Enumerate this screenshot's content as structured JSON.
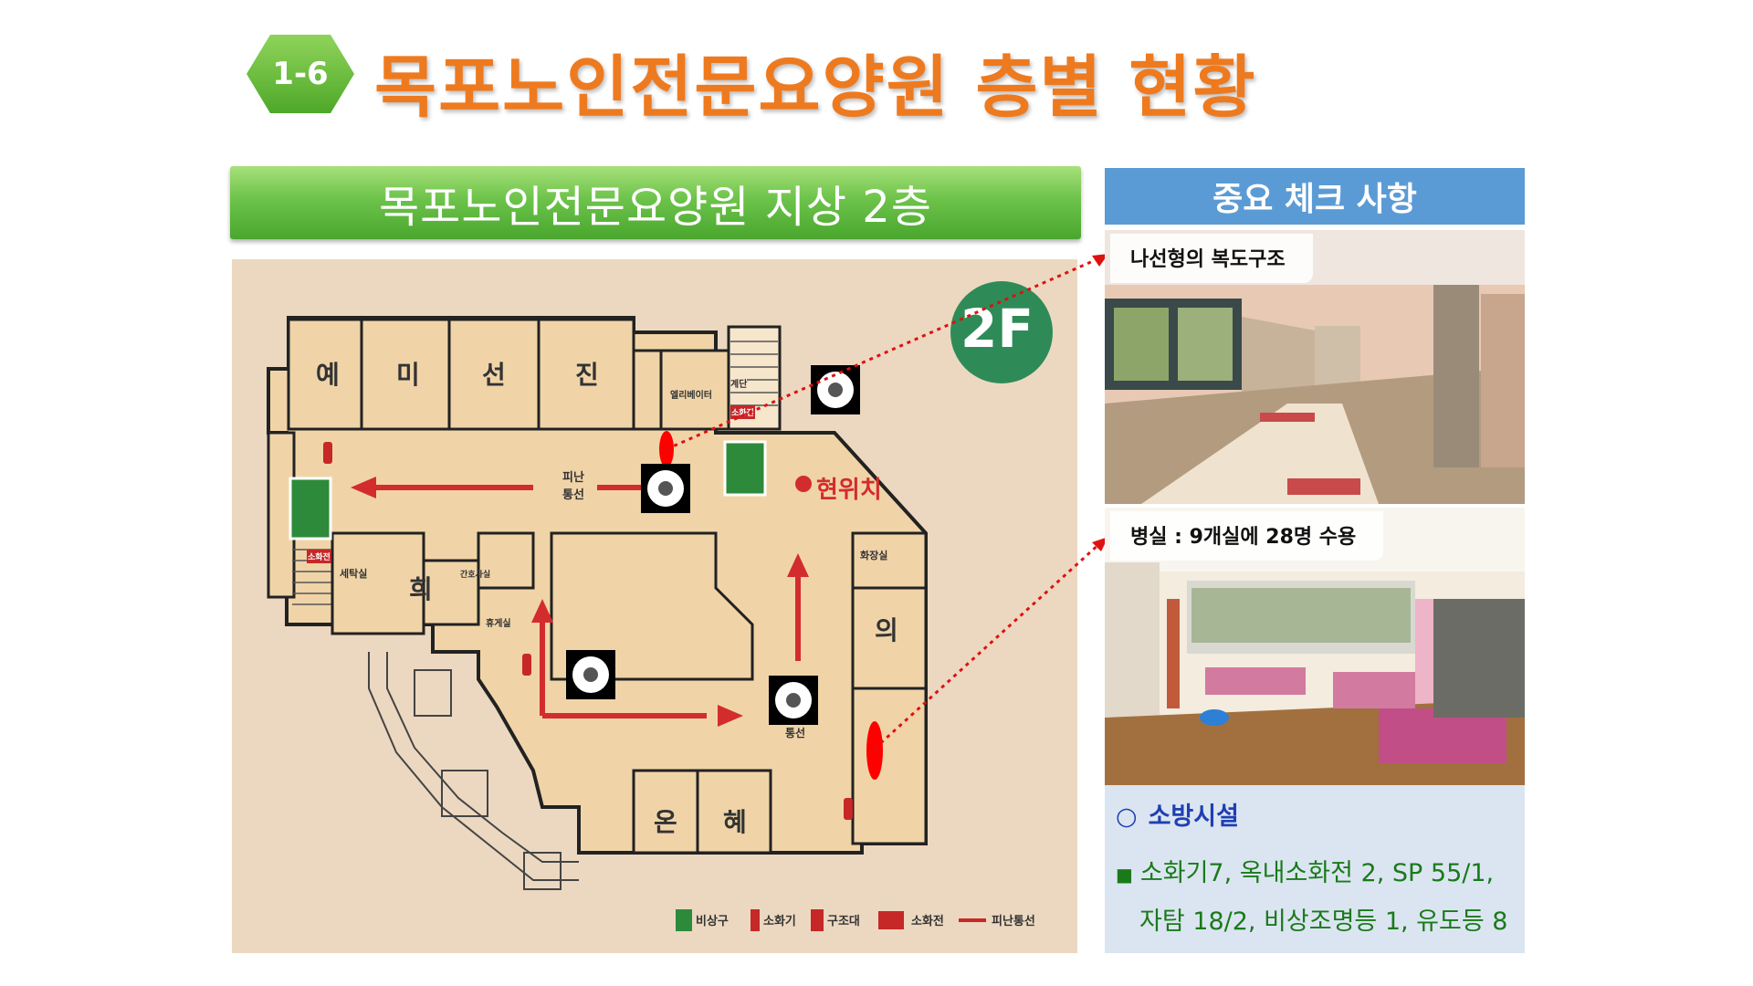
{
  "header": {
    "badge": "1-6",
    "title": "목포노인전문요양원 층별 현황"
  },
  "banner": {
    "label": "목포노인전문요양원 지상 2층"
  },
  "floor_plan": {
    "floor_badge": "2F",
    "rooms": [
      "예",
      "미",
      "선",
      "진",
      "희",
      "의",
      "온",
      "혜"
    ],
    "small_labels": {
      "elevator": "엘리베이터",
      "stairs": "계단",
      "hydrant": "소화전",
      "evac": "피난\n통선",
      "current": "현위치",
      "toilet": "화장실",
      "linen": "세탁실",
      "nurse": "간호사실",
      "rest": "휴게실",
      "hydrant2": "소화전",
      "evac2": "통선"
    },
    "legend": [
      "비상구",
      "소화기",
      "구조대",
      "소화전",
      "피난통선"
    ]
  },
  "check": {
    "heading": "중요 체크 사항",
    "photo1_caption": "나선형의 복도구조",
    "photo2_caption": "병실 : 9개실에 28명 수용",
    "facilities_title": "소방시설",
    "facilities_line1": "소화기7,  옥내소화전 2, SP 55/1,",
    "facilities_line2": "자탐 18/2, 비상조명등 1, 유도등 8"
  },
  "colors": {
    "title": "#ee7a1f",
    "banner": "#6cc34a",
    "check_head": "#5b9bd5",
    "info_bg": "#dbe5f1",
    "facility_text": "#1a7a1a",
    "facility_title": "#1f3fb3"
  }
}
